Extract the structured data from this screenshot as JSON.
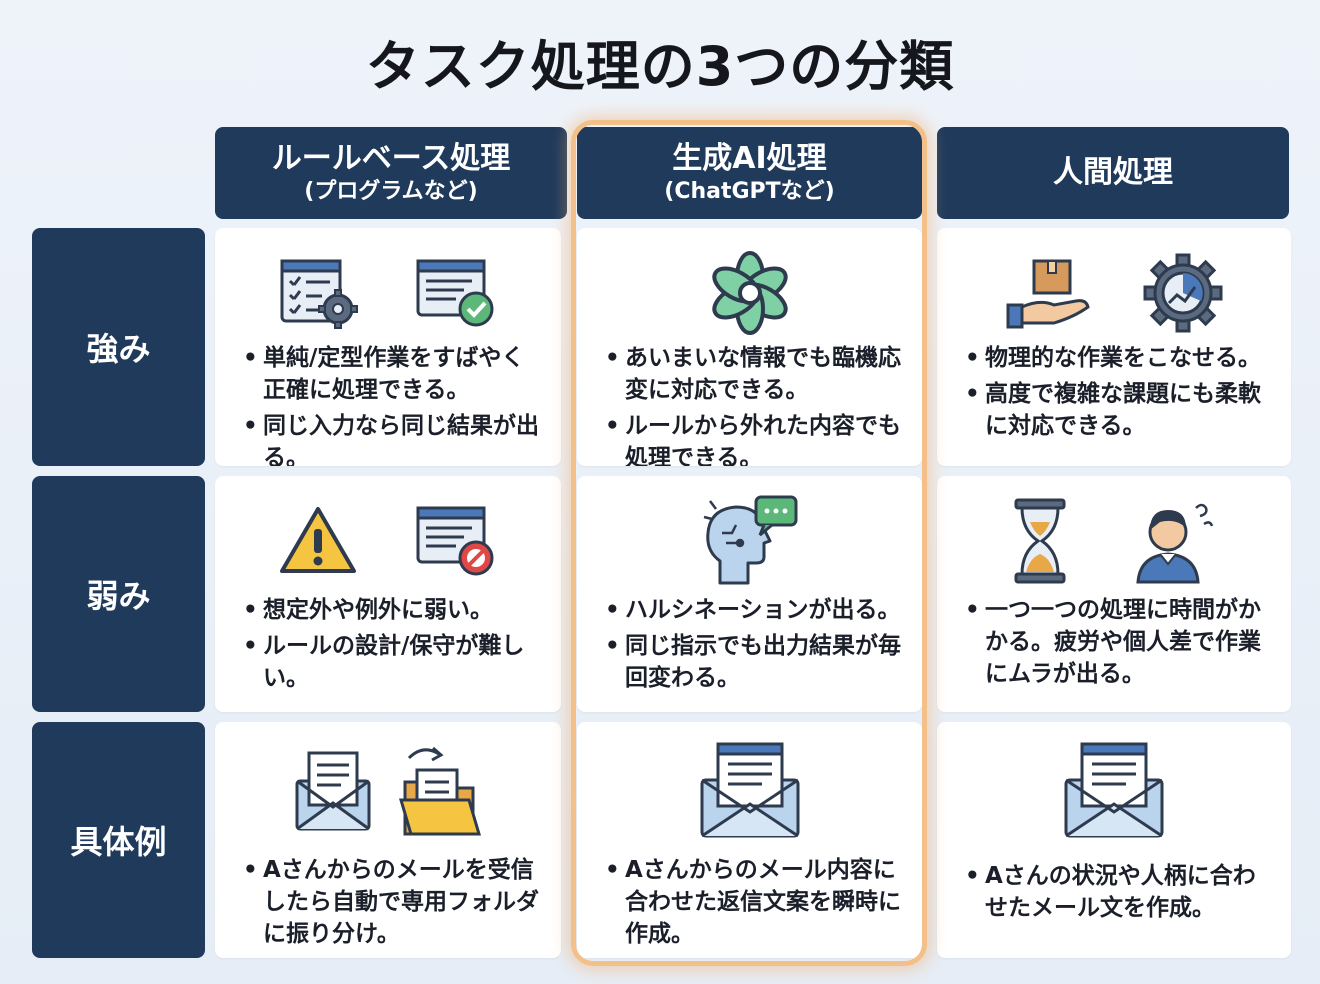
{
  "title": "タスク処理の3つの分類",
  "columns": [
    {
      "title": "ルールベース処理",
      "subtitle": "(プログラムなど)"
    },
    {
      "title": "生成AI処理",
      "subtitle": "(ChatGPTなど)"
    },
    {
      "title": "人間処理",
      "subtitle": ""
    }
  ],
  "rows": [
    "強み",
    "弱み",
    "具体例"
  ],
  "cells": {
    "strength": [
      [
        "単純/定型作業をすばやく正確に処理できる。",
        "同じ入力なら同じ結果が出る。"
      ],
      [
        "あいまいな情報でも臨機応変に対応できる。",
        "ルールから外れた内容でも処理できる。"
      ],
      [
        "物理的な作業をこなせる。",
        "高度で複雑な課題にも柔軟に対応できる。"
      ]
    ],
    "weakness": [
      [
        "想定外や例外に弱い。",
        "ルールの設計/保守が難しい。"
      ],
      [
        "ハルシネーションが出る。",
        "同じ指示でも出力結果が毎回変わる。"
      ],
      [
        "一つ一つの処理に時間がかかる。疲労や個人差で作業にムラが出る。"
      ]
    ],
    "example": [
      [
        "Aさんからのメールを受信したら自動で専用フォルダに振り分け。"
      ],
      [
        "Aさんからのメール内容に合わせた返信文案を瞬時に作成。"
      ],
      [
        "Aさんの状況や人柄に合わせたメール文を作成。"
      ]
    ]
  },
  "colors": {
    "header_bg": "#203a5c",
    "highlight": "#f4c08a",
    "ai_green": "#5cc08c"
  },
  "icons": {
    "strength": [
      [
        "checklist-gear-icon",
        "window-check-icon"
      ],
      [
        "openai-logo-icon"
      ],
      [
        "hand-box-icon",
        "gear-chart-icon"
      ]
    ],
    "weakness": [
      [
        "warning-triangle-icon",
        "window-block-icon"
      ],
      [
        "head-chat-icon"
      ],
      [
        "hourglass-icon",
        "confused-person-icon"
      ]
    ],
    "example": [
      [
        "envelope-icon",
        "folder-arrow-icon"
      ],
      [
        "envelope-window-icon"
      ],
      [
        "envelope-window-icon"
      ]
    ]
  }
}
